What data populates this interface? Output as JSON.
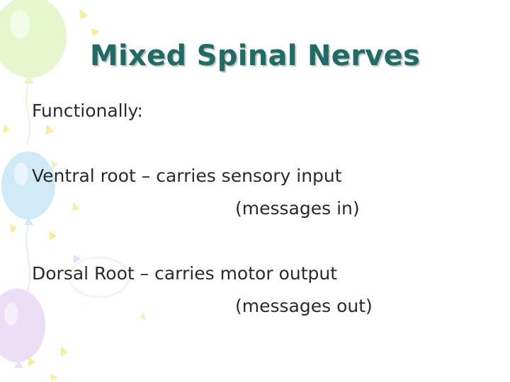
{
  "slide": {
    "title": "Mixed Spinal Nerves",
    "lines": [
      "Functionally:",
      "",
      "Ventral root – carries sensory input",
      "(messages in)",
      "",
      "Dorsal Root – carries motor output",
      "(messages out)"
    ]
  },
  "colors": {
    "title": "#1f6b66",
    "text": "#2a2a2a",
    "balloon_green": "#e6f5c9",
    "balloon_blue": "#cfe9f7",
    "balloon_purple": "#eadcf5",
    "confetti_yellow": "#f6ef9a"
  }
}
